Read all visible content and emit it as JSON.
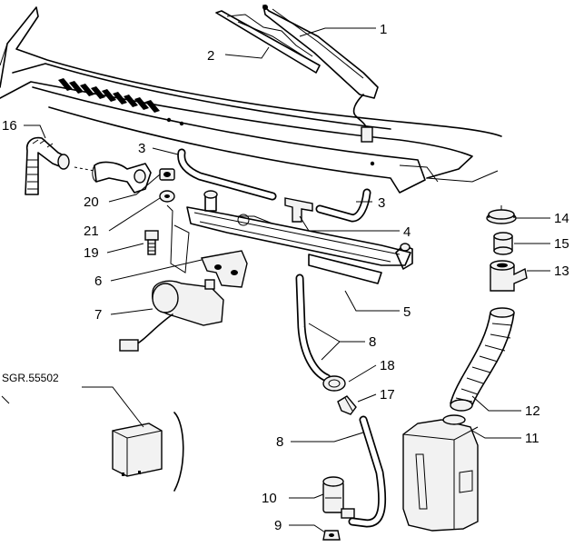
{
  "diagram": {
    "callouts": [
      {
        "id": "c1",
        "label": "1"
      },
      {
        "id": "c2",
        "label": "2"
      },
      {
        "id": "c3a",
        "label": "3"
      },
      {
        "id": "c3b",
        "label": "3"
      },
      {
        "id": "c4",
        "label": "4"
      },
      {
        "id": "c5",
        "label": "5"
      },
      {
        "id": "c6",
        "label": "6"
      },
      {
        "id": "c7",
        "label": "7"
      },
      {
        "id": "c8a",
        "label": "8"
      },
      {
        "id": "c8b",
        "label": "8"
      },
      {
        "id": "c9",
        "label": "9"
      },
      {
        "id": "c10",
        "label": "10"
      },
      {
        "id": "c11",
        "label": "11"
      },
      {
        "id": "c12",
        "label": "12"
      },
      {
        "id": "c13",
        "label": "13"
      },
      {
        "id": "c14",
        "label": "14"
      },
      {
        "id": "c15",
        "label": "15"
      },
      {
        "id": "c16",
        "label": "16"
      },
      {
        "id": "c17",
        "label": "17"
      },
      {
        "id": "c18",
        "label": "18"
      },
      {
        "id": "c19",
        "label": "19"
      },
      {
        "id": "c20",
        "label": "20"
      },
      {
        "id": "c21",
        "label": "21"
      }
    ],
    "reference_label": "SGR.55502"
  }
}
